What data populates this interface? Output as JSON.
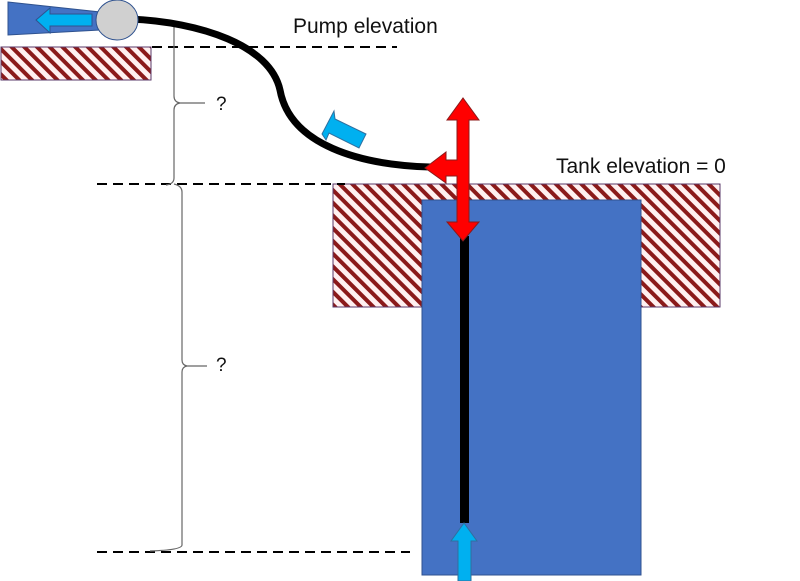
{
  "labels": {
    "pump_elevation": "Pump elevation",
    "tank_elevation": "Tank elevation = 0",
    "unknown_height_upper": "?",
    "unknown_height_lower": "?"
  },
  "colors": {
    "tank_fill": "#4472C4",
    "hatch_stripe": "#8B1A1A",
    "hatch_bg": "#FFF0F0",
    "flow_arrow": "#00B0F0",
    "pressure_arrow": "#FF0000",
    "hose": "#000000",
    "pump_body": "#D0D0D0"
  },
  "elements": {
    "pump": "pump-with-nozzle",
    "hose": "curved-hose",
    "tank": "underground-tank",
    "ground_pump": "ground-slab-at-pump",
    "ground_tank": "ground-slab-at-tank",
    "dip_tube": "suction-tube"
  }
}
